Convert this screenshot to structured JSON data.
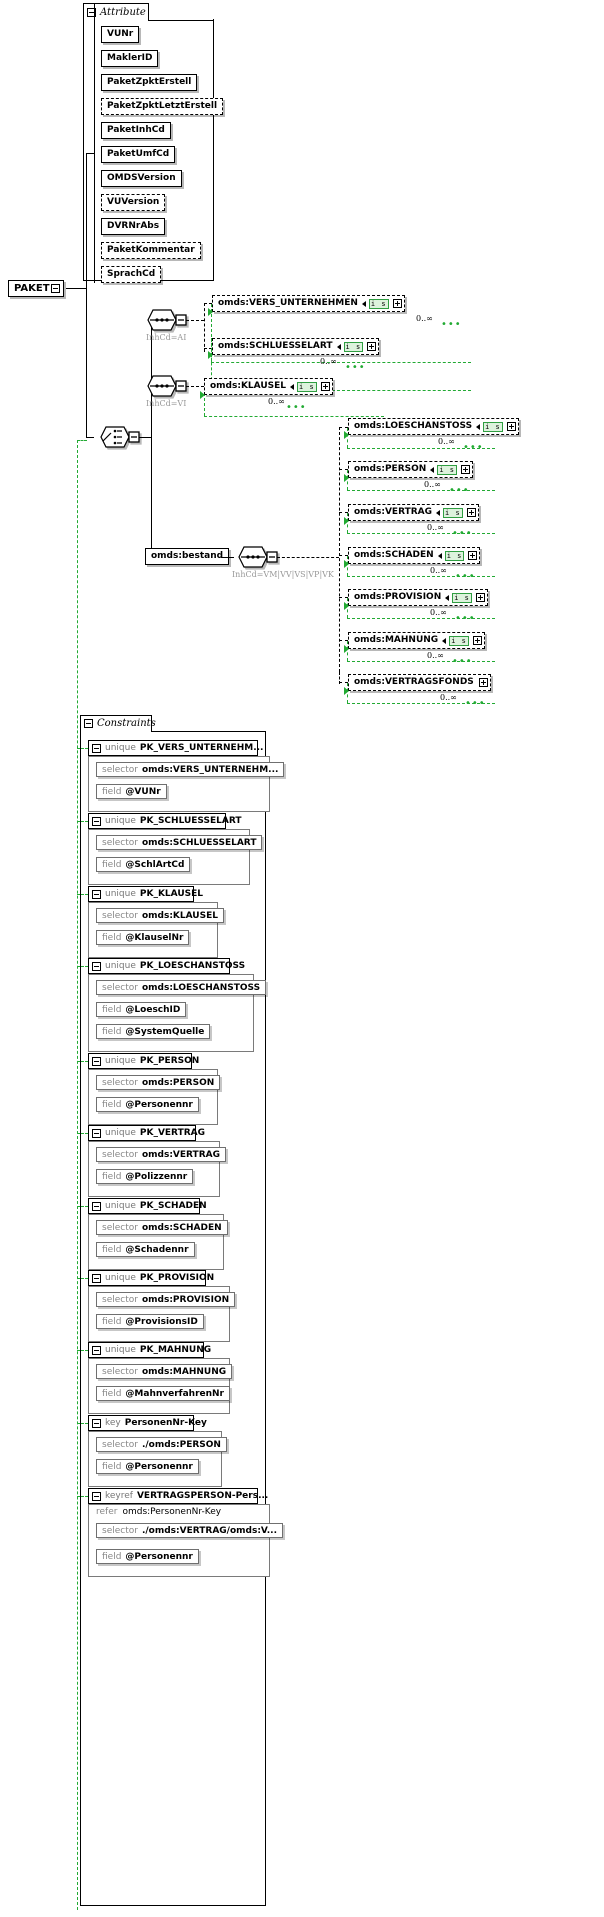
{
  "root": {
    "name": "PAKET",
    "expander": "minus-box"
  },
  "attribute_group": {
    "title": "Attribute",
    "expander": "minus-box",
    "attributes": [
      {
        "name": "VUNr",
        "optional": false
      },
      {
        "name": "MaklerID",
        "optional": false
      },
      {
        "name": "PaketZpktErstell",
        "optional": false
      },
      {
        "name": "PaketZpktLetztErstell",
        "optional": true
      },
      {
        "name": "PaketInhCd",
        "optional": false
      },
      {
        "name": "PaketUmfCd",
        "optional": false
      },
      {
        "name": "OMDSVersion",
        "optional": false
      },
      {
        "name": "VUVersion",
        "optional": true
      },
      {
        "name": "DVRNrAbs",
        "optional": false
      },
      {
        "name": "PaketKommentar",
        "optional": true
      },
      {
        "name": "SprachCd",
        "optional": true
      }
    ]
  },
  "content_model": {
    "root_compositor": {
      "type": "choice",
      "label": ""
    },
    "branches": [
      {
        "compositor": {
          "type": "sequence",
          "label": "InhCd=AI"
        },
        "elements": [
          {
            "name": "omds:VERS_UNTERNEHMEN",
            "badge": "i s",
            "occurs": "0..∞",
            "expander": "plus-box"
          },
          {
            "name": "omds:SCHLUESSELART",
            "badge": "i s",
            "occurs": "0..∞",
            "expander": "plus-box"
          }
        ]
      },
      {
        "compositor": {
          "type": "sequence",
          "label": "InhCd=VI"
        },
        "elements": [
          {
            "name": "omds:KLAUSEL",
            "badge": "i s",
            "occurs": "0..∞",
            "expander": "plus-box"
          }
        ]
      },
      {
        "element": {
          "name": "omds:bestand",
          "expander": ""
        },
        "compositor": {
          "type": "sequence",
          "label": "InhCd=VM|VV|VS|VP|VK"
        },
        "elements": [
          {
            "name": "omds:LOESCHANSTOSS",
            "badge": "i s",
            "occurs": "0..∞",
            "expander": "plus-box"
          },
          {
            "name": "omds:PERSON",
            "badge": "i s",
            "occurs": "0..∞",
            "expander": "plus-box"
          },
          {
            "name": "omds:VERTRAG",
            "badge": "i s",
            "occurs": "0..∞",
            "expander": "plus-box"
          },
          {
            "name": "omds:SCHADEN",
            "badge": "i s",
            "occurs": "0..∞",
            "expander": "plus-box"
          },
          {
            "name": "omds:PROVISION",
            "badge": "i s",
            "occurs": "0..∞",
            "expander": "plus-box"
          },
          {
            "name": "omds:MAHNUNG",
            "badge": "i s",
            "occurs": "0..∞",
            "expander": "plus-box"
          },
          {
            "name": "omds:VERTRAGSFONDS",
            "badge": "",
            "occurs": "0..∞",
            "expander": "plus-box"
          }
        ]
      }
    ]
  },
  "constraints": {
    "title": "Constraints",
    "expander": "minus-box",
    "items": [
      {
        "kind": "unique",
        "name": "PK_VERS_UNTERNEHM...",
        "rows": [
          {
            "k": "selector",
            "v": "omds:VERS_UNTERNEHM..."
          },
          {
            "k": "field",
            "v": "@VUNr"
          }
        ]
      },
      {
        "kind": "unique",
        "name": "PK_SCHLUESSELART",
        "rows": [
          {
            "k": "selector",
            "v": "omds:SCHLUESSELART"
          },
          {
            "k": "field",
            "v": "@SchlArtCd"
          }
        ]
      },
      {
        "kind": "unique",
        "name": "PK_KLAUSEL",
        "rows": [
          {
            "k": "selector",
            "v": "omds:KLAUSEL"
          },
          {
            "k": "field",
            "v": "@KlauselNr"
          }
        ]
      },
      {
        "kind": "unique",
        "name": "PK_LOESCHANSTOSS",
        "rows": [
          {
            "k": "selector",
            "v": "omds:LOESCHANSTOSS"
          },
          {
            "k": "field",
            "v": "@LoeschID"
          },
          {
            "k": "field",
            "v": "@SystemQuelle"
          }
        ]
      },
      {
        "kind": "unique",
        "name": "PK_PERSON",
        "rows": [
          {
            "k": "selector",
            "v": "omds:PERSON"
          },
          {
            "k": "field",
            "v": "@Personennr"
          }
        ]
      },
      {
        "kind": "unique",
        "name": "PK_VERTRAG",
        "rows": [
          {
            "k": "selector",
            "v": "omds:VERTRAG"
          },
          {
            "k": "field",
            "v": "@Polizzennr"
          }
        ]
      },
      {
        "kind": "unique",
        "name": "PK_SCHADEN",
        "rows": [
          {
            "k": "selector",
            "v": "omds:SCHADEN"
          },
          {
            "k": "field",
            "v": "@Schadennr"
          }
        ]
      },
      {
        "kind": "unique",
        "name": "PK_PROVISION",
        "rows": [
          {
            "k": "selector",
            "v": "omds:PROVISION"
          },
          {
            "k": "field",
            "v": "@ProvisionsID"
          }
        ]
      },
      {
        "kind": "unique",
        "name": "PK_MAHNUNG",
        "rows": [
          {
            "k": "selector",
            "v": "omds:MAHNUNG"
          },
          {
            "k": "field",
            "v": "@MahnverfahrenNr"
          }
        ]
      },
      {
        "kind": "key",
        "name": "PersonenNr-Key",
        "rows": [
          {
            "k": "selector",
            "v": "./omds:PERSON"
          },
          {
            "k": "field",
            "v": "@Personennr"
          }
        ]
      },
      {
        "kind": "keyref",
        "name": "VERTRAGSPERSON-Pers...",
        "refer": {
          "k": "refer",
          "v": "omds:PersonenNr-Key"
        },
        "rows": [
          {
            "k": "selector",
            "v": "./omds:VERTRAG/omds:V..."
          },
          {
            "k": "field",
            "v": "@Personennr"
          }
        ]
      }
    ]
  }
}
